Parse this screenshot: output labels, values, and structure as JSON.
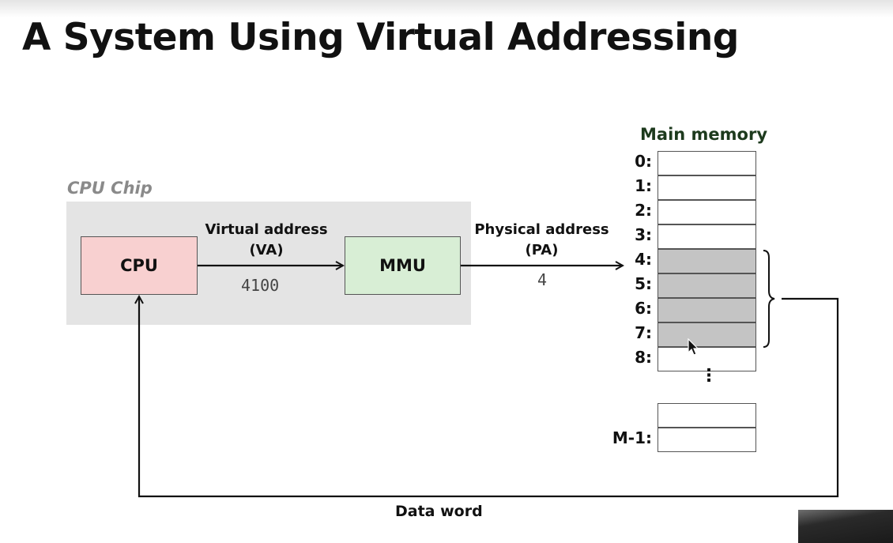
{
  "title": "A System Using Virtual Addressing",
  "chip_label": "CPU Chip",
  "cpu_label": "CPU",
  "mmu_label": "MMU",
  "virtual_address": {
    "line1": "Virtual address",
    "line2": "(VA)",
    "value": "4100"
  },
  "physical_address": {
    "line1": "Physical address",
    "line2": "(PA)",
    "value": "4"
  },
  "main_memory": {
    "title": "Main memory",
    "addresses": [
      "0:",
      "1:",
      "2:",
      "3:",
      "4:",
      "5:",
      "6:",
      "7:",
      "8:"
    ],
    "shaded_addresses": [
      "4:",
      "5:",
      "6:",
      "7:"
    ],
    "ellipsis": "⋮",
    "last_address": "M-1:"
  },
  "data_word_label": "Data word",
  "colors": {
    "cpu_fill": "#f8d0d0",
    "mmu_fill": "#d8eed5",
    "chip_region": "#e4e4e4",
    "shaded_cell": "#c4c4c4"
  }
}
